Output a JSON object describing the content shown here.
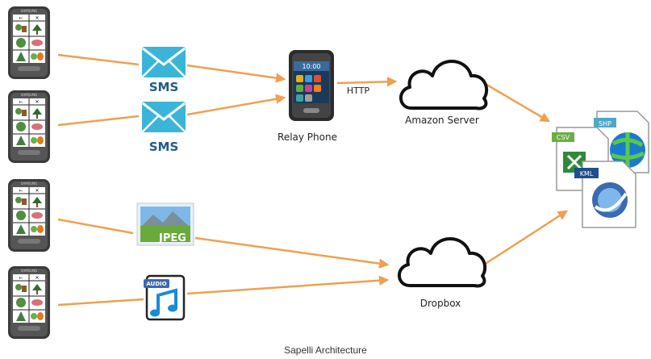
{
  "diagram": {
    "caption": "Sapelli Architecture",
    "relay_label": "Relay Phone",
    "http_label": "HTTP",
    "amazon_label": "Amazon Server",
    "dropbox_label": "Dropbox",
    "sms_label_1": "SMS",
    "sms_label_2": "SMS",
    "jpeg_label": "JPEG",
    "audio_label": "AUDIO",
    "csv_label": "CSV",
    "shp_label": "SHP",
    "kml_label": "KML",
    "phone_brand": "SAMSUNG",
    "relay_time": "10:00"
  },
  "colors": {
    "arrow": "#f0a050",
    "envelope": "#3ab5d8",
    "sms_text": "#1f5d83",
    "csv_tab": "#6aaf45",
    "shp_tab": "#4da8c8",
    "kml_tab": "#1f4f8a",
    "phone_body": "#3a3a3a"
  },
  "icons": [
    "phone-icon",
    "envelope-icon",
    "relay-phone-icon",
    "cloud-icon",
    "jpeg-file-icon",
    "audio-file-icon",
    "csv-file-icon",
    "shp-file-icon",
    "kml-file-icon"
  ]
}
